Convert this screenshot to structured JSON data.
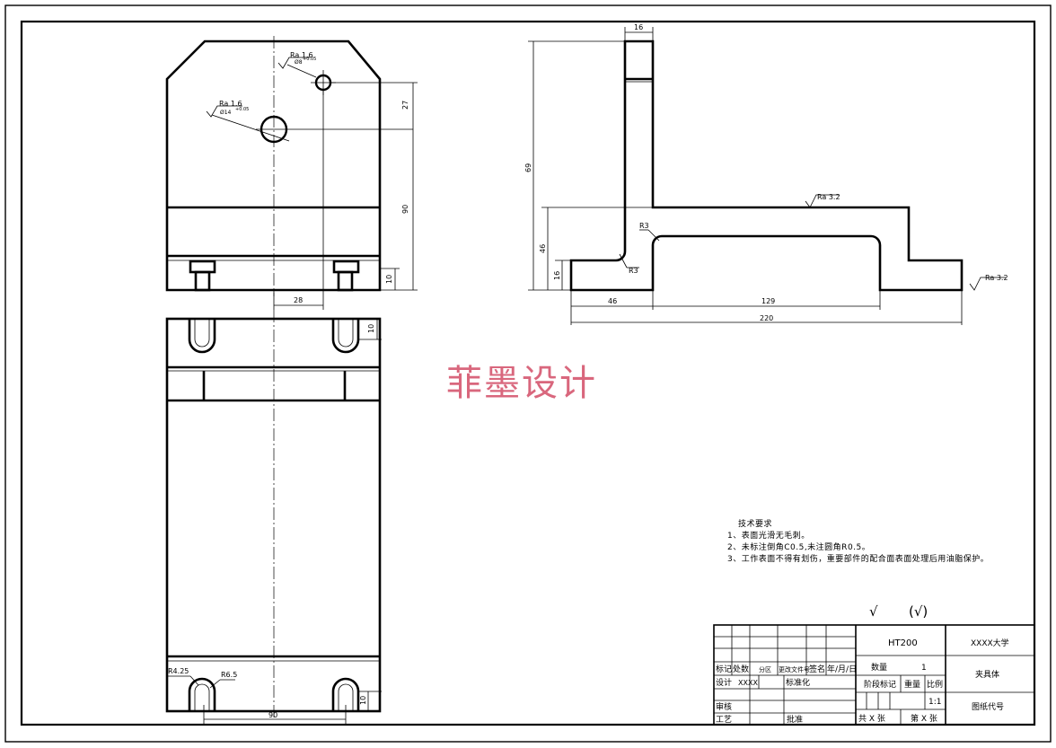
{
  "watermark": "菲墨设计",
  "views": {
    "top_view": {
      "roughness_hole_small": "Ra 1.6",
      "roughness_hole_large": "Ra 1.6",
      "hole_small_dim": "Ø8",
      "hole_small_tol": "+0.05",
      "hole_large_dim": "Ø14",
      "hole_large_tol": "+0.05",
      "dim_27": "27",
      "dim_90": "90",
      "dim_10": "10",
      "dim_28": "28"
    },
    "side_view": {
      "dim_16_top": "16",
      "dim_69": "69",
      "dim_46_left": "46",
      "dim_16_left": "16",
      "radius_r3_upper": "R3",
      "radius_r3_lower": "R3",
      "roughness_top": "Ra 3.2",
      "roughness_right": "Ra 3.2",
      "dim_46_bottom": "46",
      "dim_129": "129",
      "dim_220": "220"
    },
    "bottom_view": {
      "dim_10_top": "10",
      "dim_10_bottom": "10",
      "radius_r425": "R4.25",
      "radius_r65": "R6.5",
      "dim_90": "90"
    }
  },
  "tech_requirements": {
    "title": "技术要求",
    "items": [
      "1、表面光滑无毛刺。",
      "2、未标注倒角C0.5,未注圆角R0.5。",
      "3、工作表面不得有划伤，重要部件的配合面表面处理后用油脂保护。"
    ]
  },
  "surface_symbols": {
    "general": "√",
    "bracketed": "(√)"
  },
  "title_block": {
    "material": "HT200",
    "school": "XXXX大学",
    "part_name": "夹具体",
    "drawing_code": "图纸代号",
    "qty_label": "数量",
    "qty_value": "1",
    "stage_label": "阶段标记",
    "weight_label": "重量",
    "scale_label": "比例",
    "scale_value": "1:1",
    "sheets_total": "共 X 张",
    "sheet_no": "第 X 张",
    "mark": "标记",
    "count": "处数",
    "zone": "分区",
    "change_doc": "更改文件号",
    "sign": "签名",
    "date": "年/月/日",
    "design": "设计",
    "designer": "XXXX",
    "standard": "标准化",
    "review": "审核",
    "process": "工艺",
    "approve": "批准"
  }
}
